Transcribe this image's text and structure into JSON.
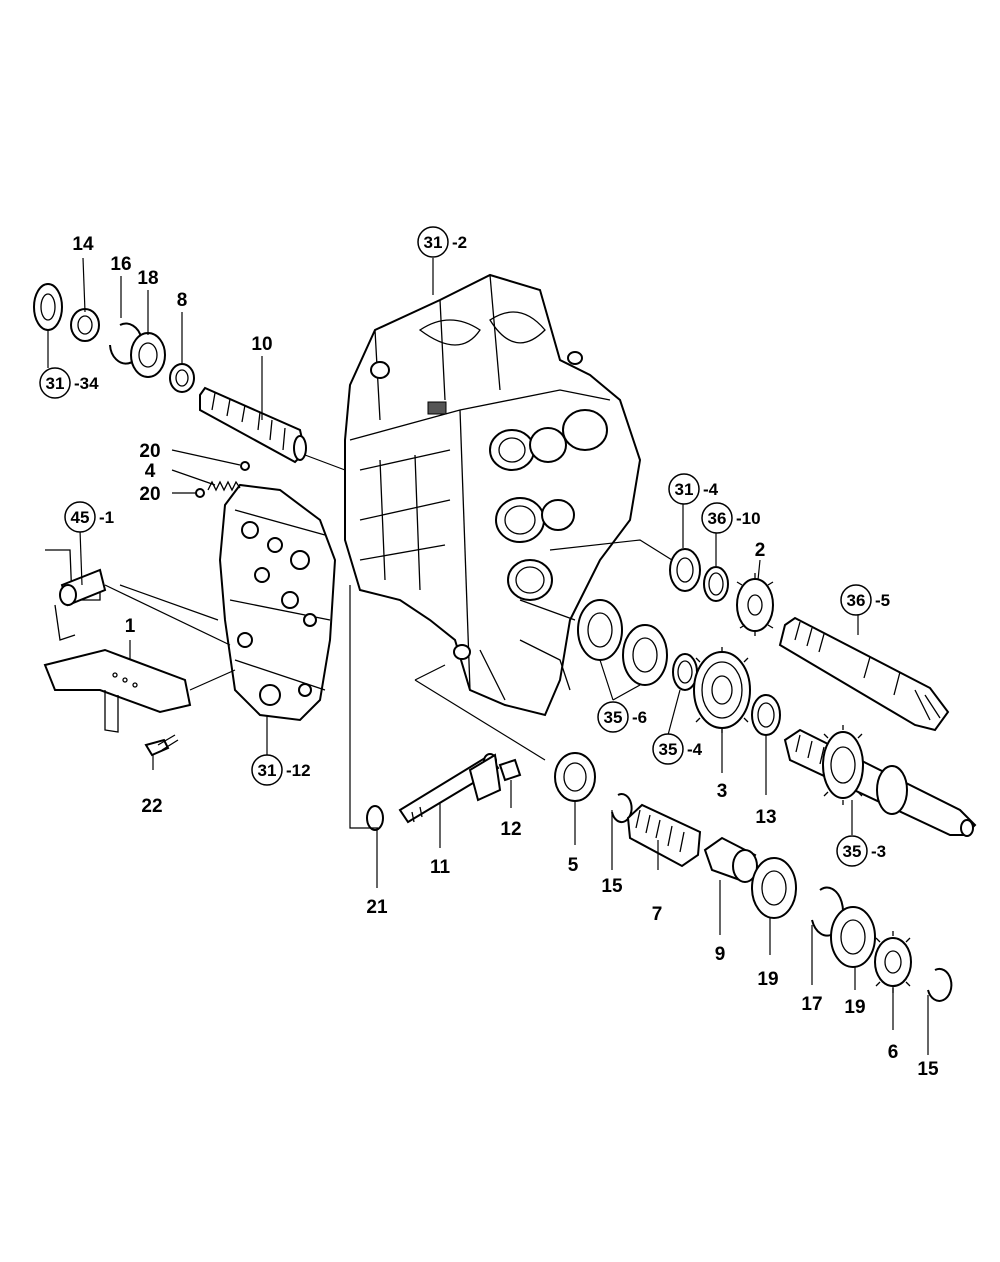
{
  "labels": {
    "l1": "1",
    "l2": "2",
    "l3": "3",
    "l4": "4",
    "l5": "5",
    "l6": "6",
    "l7": "7",
    "l8": "8",
    "l9": "9",
    "l10": "10",
    "l11": "11",
    "l12": "12",
    "l13": "13",
    "l14": "14",
    "l15a": "15",
    "l15b": "15",
    "l16": "16",
    "l17": "17",
    "l18": "18",
    "l19a": "19",
    "l19b": "19",
    "l20a": "20",
    "l20b": "20",
    "l21": "21",
    "l22": "22"
  },
  "refs": {
    "r31_2": {
      "num": "31",
      "suffix": "-2"
    },
    "r31_34": {
      "num": "31",
      "suffix": "-34"
    },
    "r31_4": {
      "num": "31",
      "suffix": "-4"
    },
    "r36_10": {
      "num": "36",
      "suffix": "-10"
    },
    "r36_5": {
      "num": "36",
      "suffix": "-5"
    },
    "r45_1": {
      "num": "45",
      "suffix": "-1"
    },
    "r35_6": {
      "num": "35",
      "suffix": "-6"
    },
    "r35_4": {
      "num": "35",
      "suffix": "-4"
    },
    "r35_3": {
      "num": "35",
      "suffix": "-3"
    },
    "r31_12": {
      "num": "31",
      "suffix": "-12"
    }
  }
}
